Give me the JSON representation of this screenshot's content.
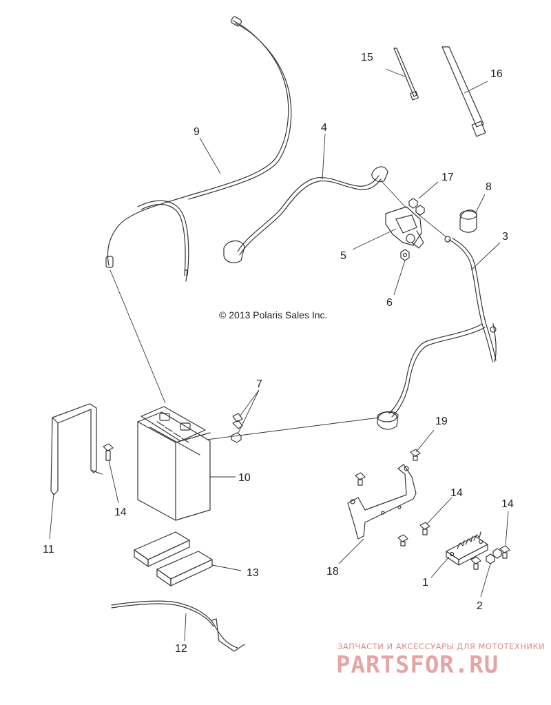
{
  "copyright": "© 2013 Polaris Sales Inc.",
  "callouts": [
    "9",
    "15",
    "16",
    "4",
    "17",
    "8",
    "3",
    "5",
    "6",
    "7",
    "19",
    "10",
    "14",
    "11",
    "13",
    "18",
    "14",
    "14",
    "1",
    "2",
    "12"
  ],
  "watermark": {
    "tagline": "ЗАПЧАСТИ И АКСЕССУАРЫ ДЛЯ МОТОТЕХНИКИ",
    "logo": "PARTSFOR.RU"
  }
}
